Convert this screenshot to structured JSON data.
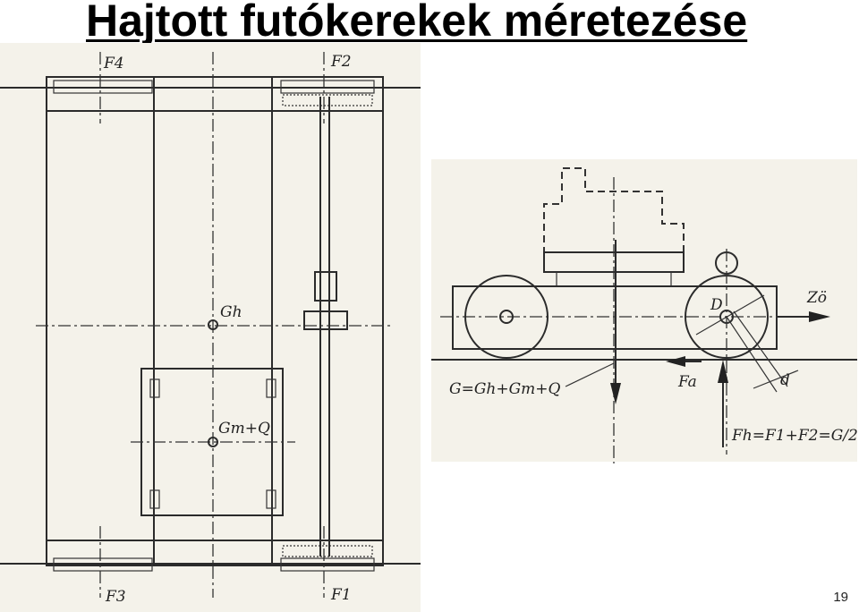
{
  "slide": {
    "title": "Hajtott futókerekek méretezése",
    "page_number": "19"
  },
  "plan_view": {
    "wheel_labels": {
      "top_left": "F4",
      "top_right": "F2",
      "bottom_left": "F3",
      "bottom_right": "F1"
    },
    "weight_labels": {
      "bridge_weight": "Gh",
      "trolley_load": "Gm+Q"
    }
  },
  "side_view": {
    "diameter_label": "D",
    "axle_diameter_label": "d",
    "drive_force_label": "Zö",
    "resistance_label": "Fa",
    "weight_equation": "G=Gh+Gm+Q",
    "wheel_force_equation": "Fh=F1+F2=G/2"
  }
}
